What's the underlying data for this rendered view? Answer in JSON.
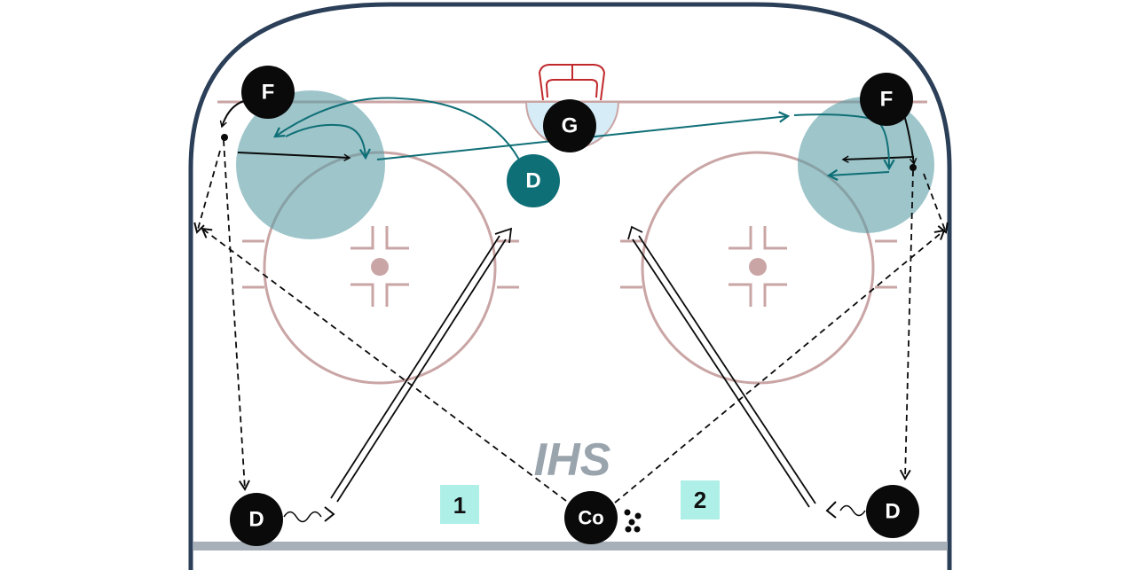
{
  "logo": {
    "text": "IHS"
  },
  "players": {
    "goalie": "G",
    "forward_left": "F",
    "forward_right": "F",
    "defense_top": "D",
    "defense_bottom_left": "D",
    "defense_bottom_right": "D",
    "coach": "Co"
  },
  "zones": {
    "zone1": "1",
    "zone2": "2"
  },
  "colors": {
    "boards": "#2b3f58",
    "red_lines": "#caa5a5",
    "goal_red": "#c0282b",
    "crease_blue": "#d6ecf6",
    "teal": "#0f6f76",
    "teal_zone": "#5b9ea6",
    "player_black": "#0a0a0a",
    "zone_label_bg": "#aef0e8",
    "blue_line": "#a7b0b8"
  }
}
